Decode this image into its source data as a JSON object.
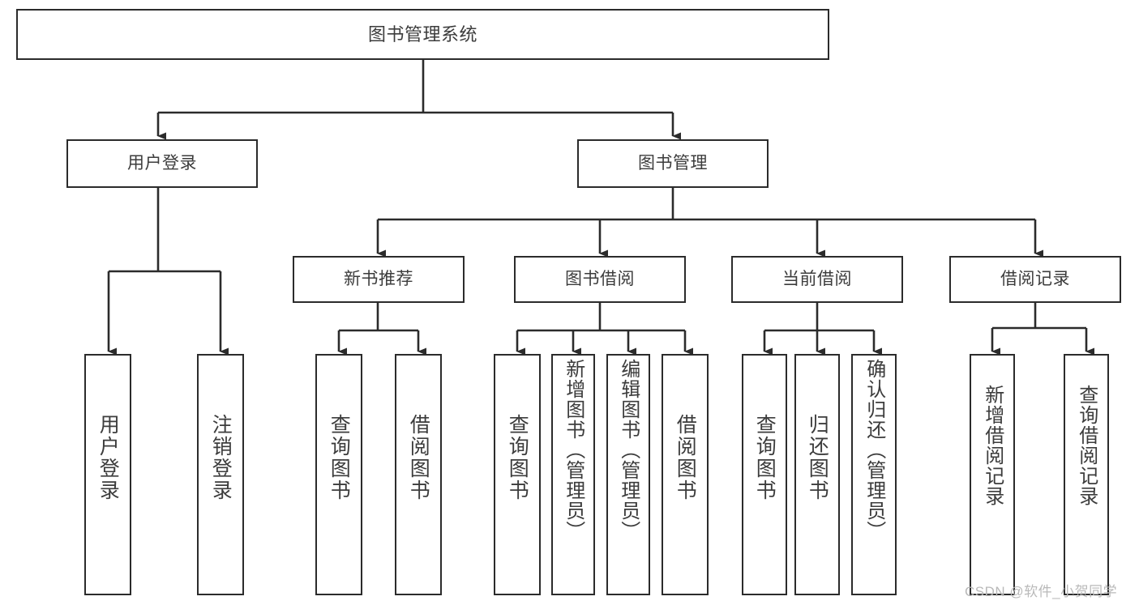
{
  "diagram": {
    "title": "图书管理系统",
    "type": "tree-hierarchy-chart",
    "stroke_color": "#2b2b2b",
    "text_color": "#3c3c3c",
    "background_color": "#ffffff",
    "watermark": "CSDN @软件_小贺同学",
    "nodes": {
      "root": {
        "label": "图书管理系统"
      },
      "level1": [
        {
          "label": "用户登录"
        },
        {
          "label": "图书管理"
        }
      ],
      "level2": [
        {
          "label": "新书推荐"
        },
        {
          "label": "图书借阅"
        },
        {
          "label": "当前借阅"
        },
        {
          "label": "借阅记录"
        }
      ],
      "login_children": [
        {
          "label": "用户登录"
        },
        {
          "label": "注销登录"
        }
      ],
      "recommend_children": [
        {
          "label": "查询图书"
        },
        {
          "label": "借阅图书"
        }
      ],
      "borrow_children": [
        {
          "label": "查询图书"
        },
        {
          "label": "新增图书（管理员）"
        },
        {
          "label": "编辑图书（管理员）"
        },
        {
          "label": "借阅图书"
        }
      ],
      "current_children": [
        {
          "label": "查询图书"
        },
        {
          "label": "归还图书"
        },
        {
          "label": "确认归还（管理员）"
        }
      ],
      "record_children": [
        {
          "label": "新增借阅记录"
        },
        {
          "label": "查询借阅记录"
        }
      ]
    }
  }
}
